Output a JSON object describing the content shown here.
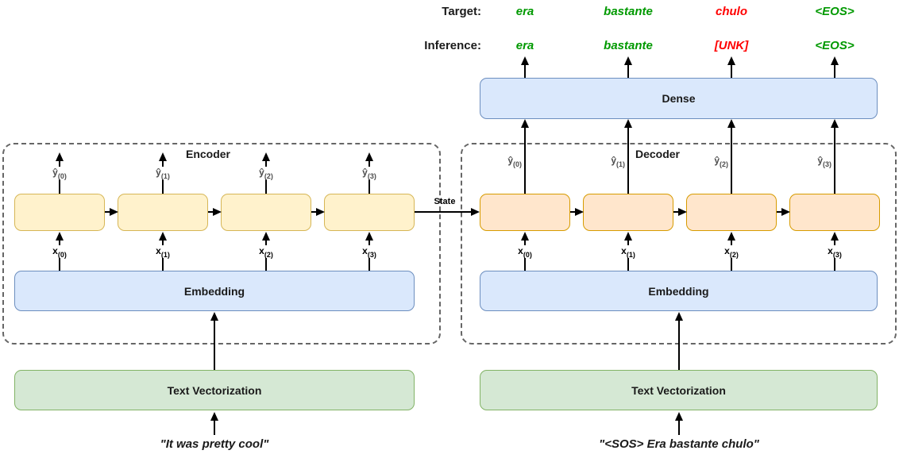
{
  "top": {
    "rows": [
      {
        "label": "Target:",
        "words": [
          {
            "text": "era",
            "color": "#009900"
          },
          {
            "text": "bastante",
            "color": "#009900"
          },
          {
            "text": "chulo",
            "color": "#ff0000"
          },
          {
            "text": "<EOS>",
            "color": "#009900"
          }
        ]
      },
      {
        "label": "Inference:",
        "words": [
          {
            "text": "era",
            "color": "#009900"
          },
          {
            "text": "bastante",
            "color": "#009900"
          },
          {
            "text": "[UNK]",
            "color": "#ff0000"
          },
          {
            "text": "<EOS>",
            "color": "#009900"
          }
        ]
      }
    ]
  },
  "dense": {
    "label": "Dense"
  },
  "state": {
    "label": "State"
  },
  "encoder": {
    "title": "Encoder",
    "embedding_label": "Embedding",
    "vectorization_label": "Text Vectorization",
    "input_quote": "\"It was pretty cool\"",
    "outputs": [
      {
        "base": "ŷ",
        "sub": "(0)"
      },
      {
        "base": "ŷ",
        "sub": "(1)"
      },
      {
        "base": "ŷ",
        "sub": "(2)"
      },
      {
        "base": "ŷ",
        "sub": "(3)"
      }
    ],
    "inputs": [
      {
        "base": "x",
        "sub": "(0)"
      },
      {
        "base": "x",
        "sub": "(1)"
      },
      {
        "base": "x",
        "sub": "(2)"
      },
      {
        "base": "x",
        "sub": "(3)"
      }
    ]
  },
  "decoder": {
    "title": "Decoder",
    "embedding_label": "Embedding",
    "vectorization_label": "Text Vectorization",
    "input_quote": "\"<SOS> Era bastante chulo\"",
    "outputs": [
      {
        "base": "ŷ",
        "sub": "(0)"
      },
      {
        "base": "ŷ",
        "sub": "(1)"
      },
      {
        "base": "ŷ",
        "sub": "(2)"
      },
      {
        "base": "ŷ",
        "sub": "(3)"
      }
    ],
    "inputs": [
      {
        "base": "x",
        "sub": "(0)"
      },
      {
        "base": "x",
        "sub": "(1)"
      },
      {
        "base": "x",
        "sub": "(2)"
      },
      {
        "base": "x",
        "sub": "(3)"
      }
    ]
  },
  "colors": {
    "correct_word": "#009900",
    "wrong_word": "#ff0000",
    "encoder_cell_fill": "#fff2cc",
    "encoder_cell_border": "#d6b656",
    "decoder_cell_fill": "#ffe6cc",
    "decoder_cell_border": "#d79b00",
    "dense_embedding_fill": "#dae8fc",
    "dense_embedding_border": "#6c8ebf",
    "vectorization_fill": "#d5e8d4",
    "vectorization_border": "#82b366",
    "dashed_border": "#666666"
  }
}
